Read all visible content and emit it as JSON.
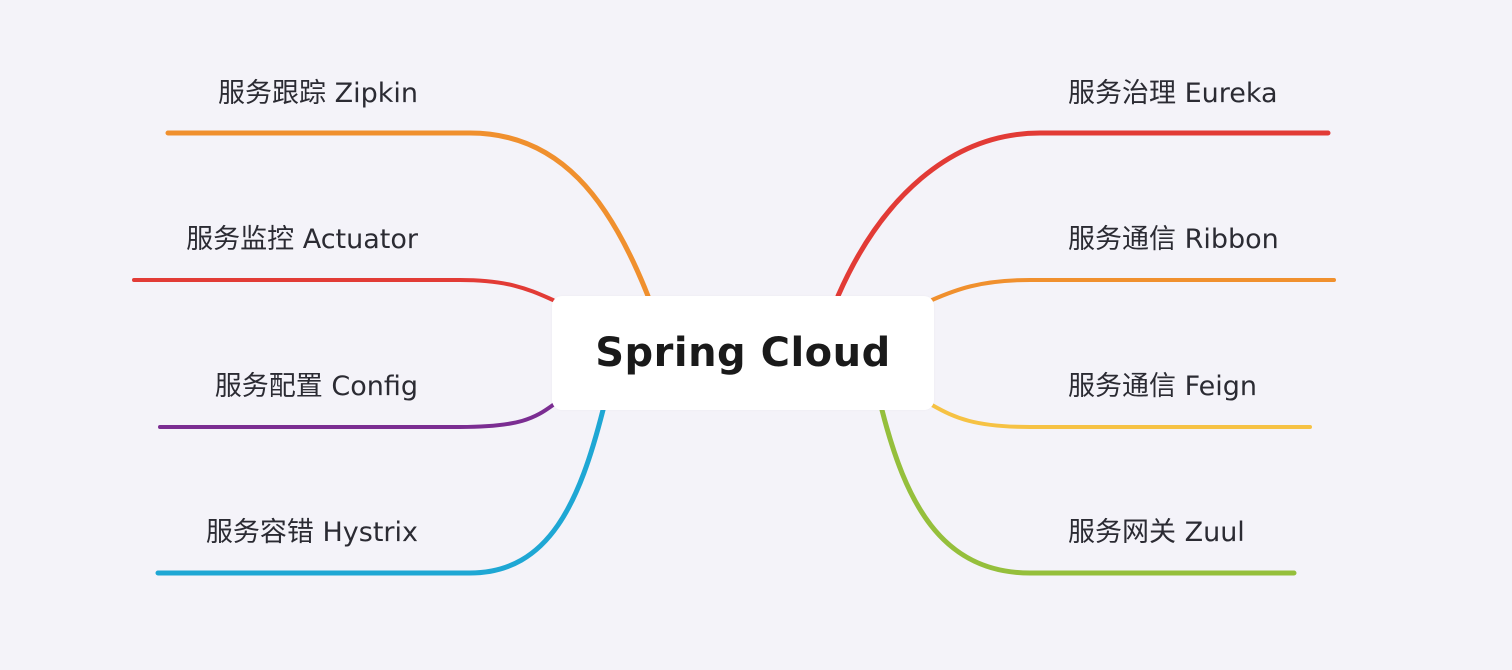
{
  "center": {
    "title": "Spring Cloud"
  },
  "branches": [
    {
      "id": "zipkin",
      "side": "left",
      "label": "服务跟踪 Zipkin",
      "color": "#f0902e"
    },
    {
      "id": "actuator",
      "side": "left",
      "label": "服务监控 Actuator",
      "color": "#e23b36"
    },
    {
      "id": "config",
      "side": "left",
      "label": "服务配置 Config",
      "color": "#7b2d92"
    },
    {
      "id": "hystrix",
      "side": "left",
      "label": "服务容错 Hystrix",
      "color": "#1ea7d4"
    },
    {
      "id": "eureka",
      "side": "right",
      "label": "服务治理 Eureka",
      "color": "#e23b36"
    },
    {
      "id": "ribbon",
      "side": "right",
      "label": "服务通信 Ribbon",
      "color": "#f0902e"
    },
    {
      "id": "feign",
      "side": "right",
      "label": "服务通信 Feign",
      "color": "#f6c244"
    },
    {
      "id": "zuul",
      "side": "right",
      "label": "服务网关 Zuul",
      "color": "#95bf3c"
    }
  ]
}
